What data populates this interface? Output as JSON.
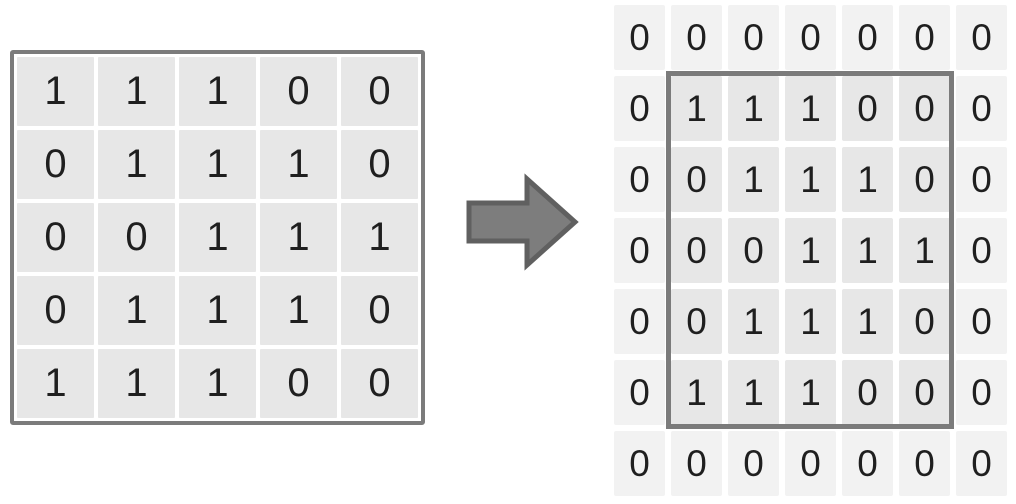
{
  "diagram": {
    "left_matrix": {
      "rows": [
        [
          1,
          1,
          1,
          0,
          0
        ],
        [
          0,
          1,
          1,
          1,
          0
        ],
        [
          0,
          0,
          1,
          1,
          1
        ],
        [
          0,
          1,
          1,
          1,
          0
        ],
        [
          1,
          1,
          1,
          0,
          0
        ]
      ]
    },
    "arrow": {
      "icon": "right-block-arrow"
    },
    "right_matrix": {
      "rows": [
        [
          0,
          0,
          0,
          0,
          0,
          0,
          0
        ],
        [
          0,
          1,
          1,
          1,
          0,
          0,
          0
        ],
        [
          0,
          0,
          1,
          1,
          1,
          0,
          0
        ],
        [
          0,
          0,
          0,
          1,
          1,
          1,
          0
        ],
        [
          0,
          0,
          1,
          1,
          1,
          0,
          0
        ],
        [
          0,
          1,
          1,
          1,
          0,
          0,
          0
        ],
        [
          0,
          0,
          0,
          0,
          0,
          0,
          0
        ]
      ],
      "highlighted_region": {
        "row_start": 1,
        "col_start": 1,
        "rows": 5,
        "cols": 5
      }
    },
    "colors": {
      "background": "#ffffff",
      "cell_bg": "#e7e7e7",
      "pad_cell_bg": "#f2f2f2",
      "matrix_border": "#7b7b7b",
      "arrow_fill": "#7d7d7d",
      "arrow_stroke": "#606060",
      "digit_color": "#1f1f1f"
    }
  }
}
